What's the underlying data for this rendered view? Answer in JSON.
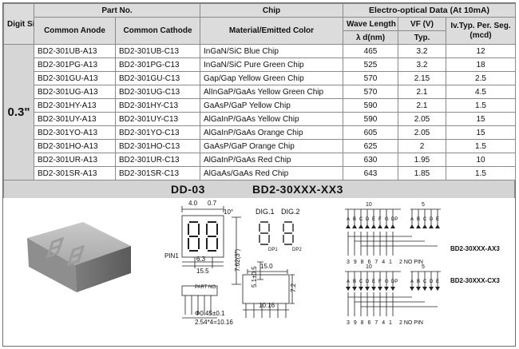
{
  "headers": {
    "digit_size": "Digit Size",
    "part_no": "Part No.",
    "chip": "Chip",
    "electro": "Electro-optical Data (At 10mA)",
    "common_anode": "Common Anode",
    "common_cathode": "Common Cathode",
    "material": "Material/Emitted Color",
    "wave_length": "Wave Length",
    "wave_unit": "λ d(nm)",
    "vf": "VF (V)",
    "vf_sub": "Typ.",
    "iv": "Iv.Typ. Per. Seg. (mcd)"
  },
  "digit_size_value": "0.3\"",
  "rows": [
    {
      "anode": "BD2-301UB-A13",
      "cathode": "BD2-301UB-C13",
      "material": "InGaN/SiC  Blue Chip",
      "wave": "465",
      "vf": "3.2",
      "iv": "12"
    },
    {
      "anode": "BD2-301PG-A13",
      "cathode": "BD2-301PG-C13",
      "material": "InGaN/SiC Pure Green Chip",
      "wave": "525",
      "vf": "3.2",
      "iv": "18"
    },
    {
      "anode": "BD2-301GU-A13",
      "cathode": "BD2-301GU-C13",
      "material": "Gap/Gap Yellow Green  Chip",
      "wave": "570",
      "vf": "2.15",
      "iv": "2.5"
    },
    {
      "anode": "BD2-301UG-A13",
      "cathode": "BD2-301UG-C13",
      "material": "AlInGaP/GaAs Yellow Green Chip",
      "wave": "570",
      "vf": "2.1",
      "iv": "4.5"
    },
    {
      "anode": "BD2-301HY-A13",
      "cathode": "BD2-301HY-C13",
      "material": "GaAsP/GaP Yellow  Chip",
      "wave": "590",
      "vf": "2.1",
      "iv": "1.5"
    },
    {
      "anode": "BD2-301UY-A13",
      "cathode": "BD2-301UY-C13",
      "material": "AlGaInP/GaAs Yellow  Chip",
      "wave": "590",
      "vf": "2.05",
      "iv": "15"
    },
    {
      "anode": "BD2-301YO-A13",
      "cathode": "BD2-301YO-C13",
      "material": "AlGaInP/GaAs Orange  Chip",
      "wave": "605",
      "vf": "2.05",
      "iv": "15"
    },
    {
      "anode": "BD2-301HO-A13",
      "cathode": "BD2-301HO-C13",
      "material": "GaAsP/GaP Orange  Chip",
      "wave": "625",
      "vf": "2",
      "iv": "1.5"
    },
    {
      "anode": "BD2-301UR-A13",
      "cathode": "BD2-301UR-C13",
      "material": "AlGaInP/GaAs Red  Chip",
      "wave": "630",
      "vf": "1.95",
      "iv": "10"
    },
    {
      "anode": "BD2-301SR-A13",
      "cathode": "BD2-301SR-C13",
      "material": "AlGaAs/GaAs Red Chip",
      "wave": "643",
      "vf": "1.85",
      "iv": "1.5"
    }
  ],
  "footer": {
    "left": "DD-03",
    "right": "BD2-30XXX-XX3"
  },
  "drawing": {
    "dims": {
      "d40": "4.0",
      "d07": "0.7",
      "d10": "10°",
      "pin1": "PIN1",
      "d63": "6.3",
      "d155": "15.5",
      "d762": "7.62(3\")",
      "d51": "5.1±0.5",
      "d150": "15.0",
      "d72": "7.2",
      "d1016": "10.16",
      "dia": "Φ0.45±0.1",
      "pitch": "2.54*4=10.16",
      "partno": "PART NO."
    },
    "dig1": "DIG.1",
    "dig2": "DIG.2",
    "dp1": "DP1",
    "dp2": "DP2",
    "circuit_anode": "BD2-30XXX-AX3",
    "circuit_cathode": "BD2-30XXX-CX3",
    "seg_letters": [
      "A",
      "B",
      "C",
      "D",
      "E",
      "F",
      "G",
      "DP"
    ],
    "pin_row": "3 9 8 6 7 4 1",
    "pin_note": "2 NO PIN",
    "pin_10": "10",
    "pin_5": "5"
  }
}
